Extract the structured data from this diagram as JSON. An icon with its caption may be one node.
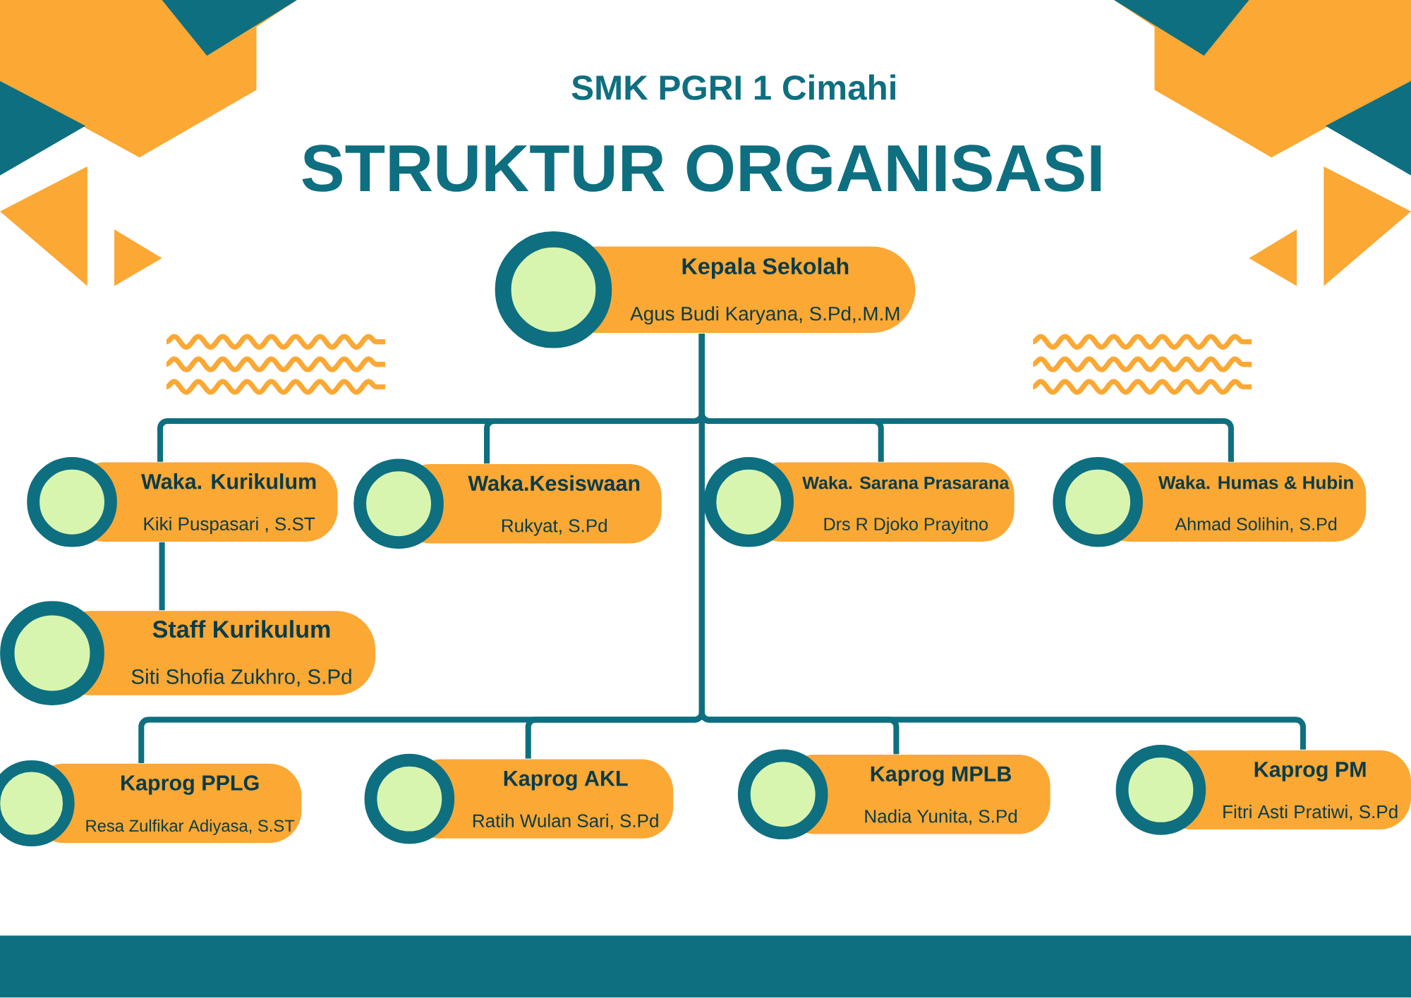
{
  "diagram": {
    "title": "STRUKTUR ORGANISASI",
    "nodes": [
      {
        "text": [
          "Kepala Sekolah",
          "Agus Budi Karyana, S.Pd,.M.M"
        ]
      },
      {
        "text": [
          "Waka. Kurikulum",
          "Kiki Puspasari , S.ST"
        ]
      },
      {
        "text": [
          "Waka.Kesiswaan",
          "Rukyat, S.Pd"
        ]
      },
      {
        "text": [
          "Waka. Sarana Prasarana",
          "Drs R Djoko Prayitno"
        ]
      },
      {
        "text": [
          "Waka. Humas & Hubin",
          "Ahmad Solihin, S.Pd"
        ]
      },
      {
        "text": [
          "Staff Kurikulum",
          "Siti Shofia Zukhro, S.Pd"
        ]
      },
      {
        "text": [
          "Kaprog PPLG",
          "Resa Zulfikar Adiyasa, S.ST"
        ]
      },
      {
        "text": [
          "Kaprog AKL",
          "Ratih Wulan Sari, S.Pd"
        ]
      },
      {
        "text": [
          "Kaprog MPLB",
          "Nadia Yunita, S.Pd"
        ]
      },
      {
        "text": [
          "Kaprog PM",
          "Fitri Asti Pratiwi, S.Pd"
        ]
      }
    ],
    "edges": [
      {
        "from": 0,
        "to": 1,
        "arrow": "none"
      },
      {
        "from": 0,
        "to": 2,
        "arrow": "none"
      },
      {
        "from": 0,
        "to": 3,
        "arrow": "none"
      },
      {
        "from": 0,
        "to": 4,
        "arrow": "none"
      },
      {
        "from": 1,
        "to": 5,
        "arrow": "none"
      },
      {
        "from": 0,
        "to": 6,
        "arrow": "none"
      },
      {
        "from": 0,
        "to": 7,
        "arrow": "none"
      },
      {
        "from": 0,
        "to": 8,
        "arrow": "none"
      },
      {
        "from": 0,
        "to": 9,
        "arrow": "none"
      }
    ],
    "labels": [
      "SMK PGRI 1 Cimahi"
    ]
  }
}
